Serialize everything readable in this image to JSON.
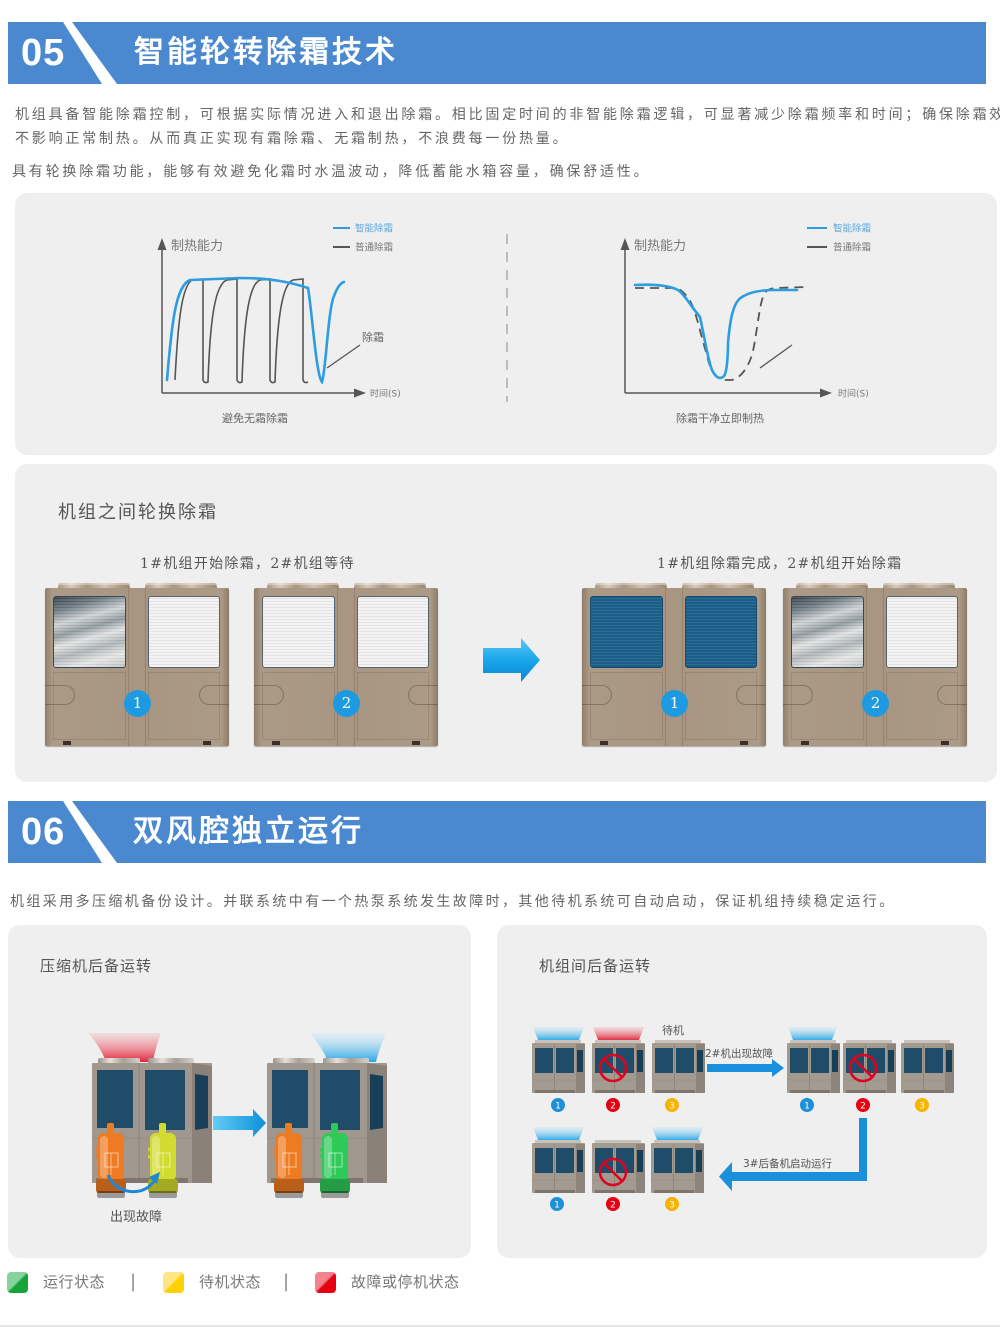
{
  "section05": {
    "number": "05",
    "title": "智能轮转除霜技术",
    "intro_lines": [
      "机组具备智能除霜控制，可根据实际情况进入和退出除霜。相比固定时间的非智能除霜逻辑，可显著减少除霜频率和时间；确保除霜效果，",
      "不影响正常制热。从而真正实现有霜除霜、无霜制热，不浪费每一份热量。",
      "具有轮换除霜功能，能够有效避免化霜时水温波动，降低蓄能水箱容量，确保舒适性。"
    ],
    "charts": [
      {
        "ylabel": "制热能力",
        "xlabel": "时间(S)",
        "legend": [
          {
            "label": "智能除霜",
            "color": "#2b9de0"
          },
          {
            "label": "普通除霜",
            "color": "#555555"
          }
        ],
        "annotation": "除霜",
        "caption": "避免无霜除霜"
      },
      {
        "ylabel": "制热能力",
        "xlabel": "时间(S)",
        "legend": [
          {
            "label": "智能除霜",
            "color": "#2b9de0"
          },
          {
            "label": "普通除霜",
            "color": "#555555"
          }
        ],
        "caption": "除霜干净立即制热"
      }
    ],
    "rotation": {
      "title": "机组之间轮换除霜",
      "steps": [
        {
          "caption": "1#机组开始除霜，2#机组等待",
          "units": [
            "1",
            "2"
          ]
        },
        {
          "caption": "1#机组除霜完成，2#机组开始除霜",
          "units": [
            "1",
            "2"
          ]
        }
      ]
    }
  },
  "section06": {
    "number": "06",
    "title": "双风腔独立运行",
    "intro": "机组采用多压缩机备份设计。并联系统中有一个热泵系统发生故障时，其他待机系统可自动启动，保证机组持续稳定运行。",
    "compressor_backup": {
      "title": "压缩机后备运转",
      "fault_label": "出现故障"
    },
    "unit_backup": {
      "title": "机组间后备运转",
      "standby_label": "待机",
      "fault_step_label": "2#机出现故障",
      "backup_step_label": "3#后备机启动运行",
      "unit_numbers": [
        "1",
        "2",
        "3"
      ]
    }
  },
  "status_legend": {
    "separator": "|",
    "items": [
      {
        "label": "运行状态",
        "color": "#17a23a"
      },
      {
        "label": "待机状态",
        "color": "#ffd000"
      },
      {
        "label": "故障或停机状态",
        "color": "#e60012"
      }
    ]
  },
  "colors": {
    "header_blue": "#4a89d0",
    "panel_bg": "#efefef",
    "badge_blue": "#1e9ae0",
    "badge_red": "#e50012",
    "badge_yellow": "#f6b300",
    "arrow_blue": "#1a8fdc"
  }
}
